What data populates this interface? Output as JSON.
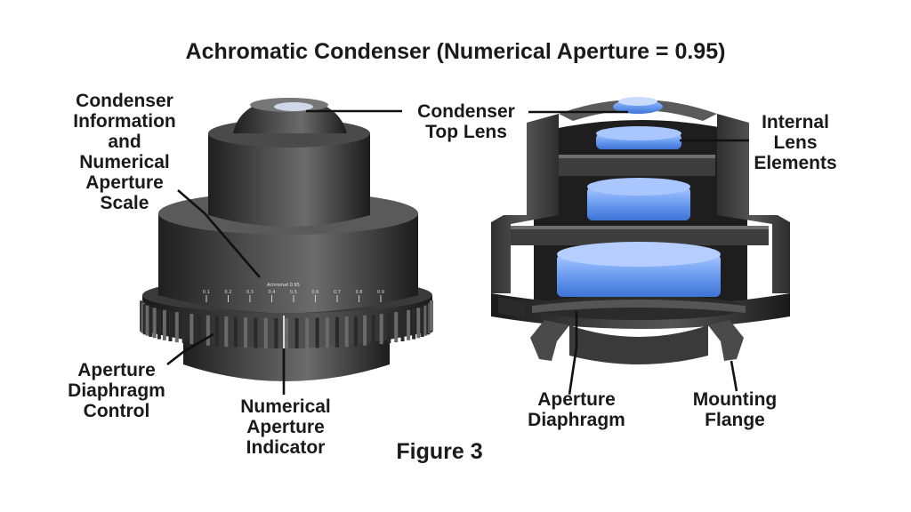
{
  "title": "Achromatic Condenser (Numerical Aperture = 0.95)",
  "figure_caption": "Figure 3",
  "engraving": "Achromat 0.95",
  "scale_marks": [
    "0.1",
    "0.2",
    "0.3",
    "0.4",
    "0.5",
    "0.6",
    "0.7",
    "0.8",
    "0.9"
  ],
  "labels": {
    "condenser_info": [
      "Condenser",
      "Information",
      "and",
      "Numerical",
      "Aperture",
      "Scale"
    ],
    "top_lens": [
      "Condenser",
      "Top Lens"
    ],
    "internal_lens": [
      "Internal",
      "Lens",
      "Elements"
    ],
    "diaphragm_control": [
      "Aperture",
      "Diaphragm",
      "Control"
    ],
    "na_indicator": [
      "Numerical",
      "Aperture",
      "Indicator"
    ],
    "aperture_diaphragm": [
      "Aperture",
      "Diaphragm"
    ],
    "mounting_flange": [
      "Mounting",
      "Flange"
    ]
  },
  "colors": {
    "body_dark": "#2c2c2c",
    "body_light": "#6a6a6a",
    "section_face": "#4a4a4a",
    "lens_blue": "#5b8fe8",
    "lens_light": "#a9c6ff"
  }
}
